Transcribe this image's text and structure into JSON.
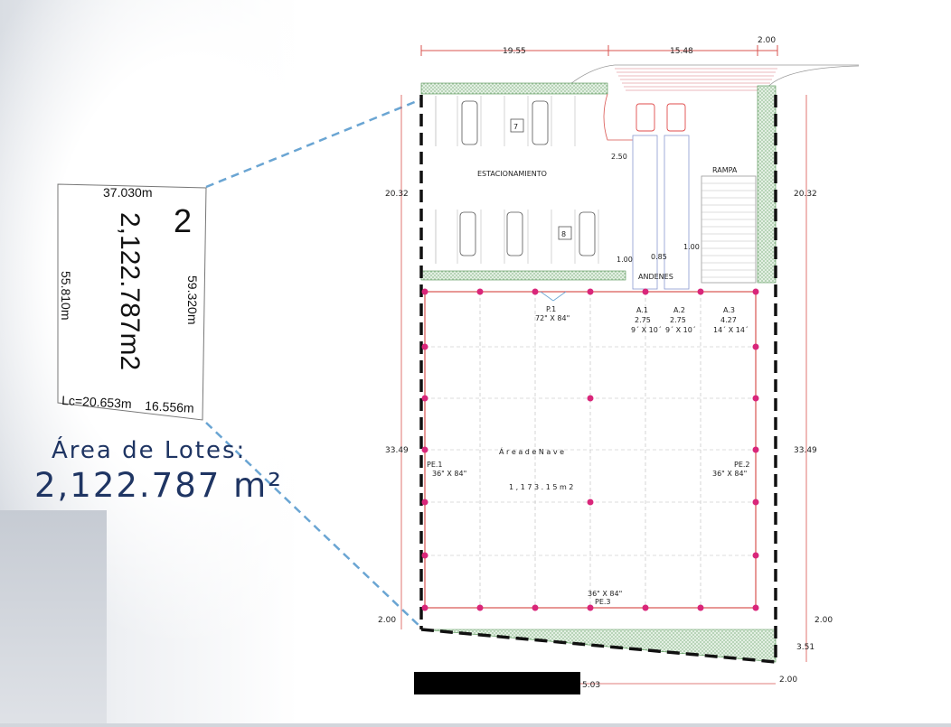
{
  "lot": {
    "number": "2",
    "top": "37.030m",
    "left": "55.810m",
    "right": "59.320m",
    "area_rotated": "2,122.787m2",
    "lc": "Lc=20.653m",
    "bottom": "16.556m"
  },
  "area": {
    "title": "Área de Lotes:",
    "value": "2,122.787 m²"
  },
  "plan": {
    "dim_top_left": "19.55",
    "dim_top_mid": "15.48",
    "dim_top_right": "2.00",
    "dim_left_upper": "20.32",
    "dim_right_upper": "20.32",
    "dim_left_lower": "33.49",
    "dim_right_lower": "33.49",
    "dim_left_bottom": "2.00",
    "dim_right_bottom": "2.00",
    "dim_right_bottom2": "3.51",
    "dim_bottom_mid": "5.03",
    "dim_bottom_right": "2.00",
    "parking_label": "ESTACIONAMIENTO",
    "space_7": "7",
    "space_8": "8",
    "ramp_label": "RAMPA",
    "docks_label": "ANDENES",
    "dim_250": "2.50",
    "dim_100a": "1.00",
    "dim_085": "0.85",
    "dim_100b": "1.00",
    "p1_name": "P.1",
    "p1_size": "72\" X 84\"",
    "a1_name": "A.1",
    "a1_dim": "2.75",
    "a1_size": "9´ X 10´",
    "a2_name": "A.2",
    "a2_dim": "2.75",
    "a2_size": "9´ X 10´",
    "a3_name": "A.3",
    "a3_dim": "4.27",
    "a3_size": "14´ X 14´",
    "nave_label": "Á r e a   d e   N a v e",
    "nave_area": "1 , 1 7 3 . 1 5   m  2",
    "pe1_name": "PE.1",
    "pe1_size": "36\" X 84\"",
    "pe2_name": "PE.2",
    "pe2_size": "36\" X 84\"",
    "pe3_name": "PE.3",
    "pe3_size": "36\" X 84\""
  },
  "colors": {
    "title_blue": "#1f3563",
    "leader_blue": "#6aa5d3",
    "column_pink": "#d9267a",
    "dim_red": "#d9534f",
    "green_hatch": "#cfe6cf"
  }
}
